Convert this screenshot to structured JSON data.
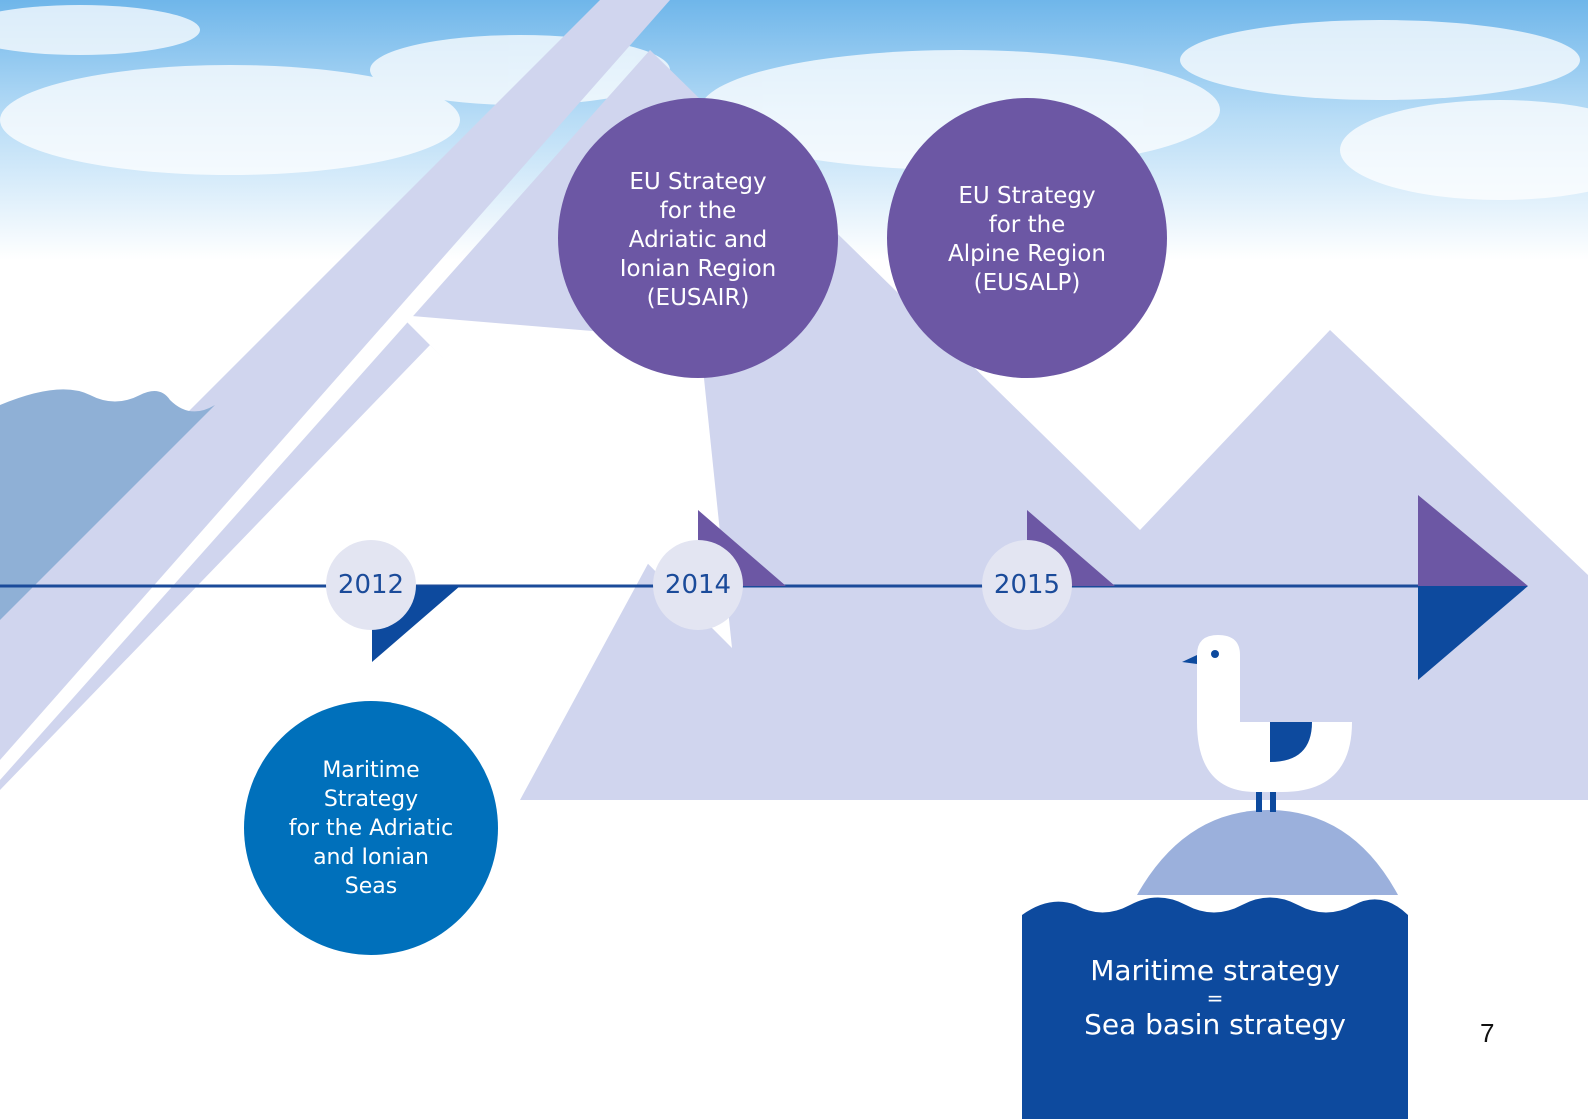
{
  "timeline": {
    "years": [
      "2012",
      "2014",
      "2015"
    ]
  },
  "circles": {
    "maritime_adriatic": "Maritime\nStrategy\nfor the Adriatic\nand Ionian\nSeas",
    "eusair": "EU Strategy\nfor the\nAdriatic and\nIonian Region\n(EUSAIR)",
    "eusalp": "EU Strategy\nfor the\nAlpine Region\n(EUSALP)"
  },
  "sea_box": {
    "line1": "Maritime strategy",
    "line2": "=",
    "line3": "Sea basin strategy"
  },
  "page_number": "7",
  "colors": {
    "purple": "#6c57a4",
    "blue": "#0070bb",
    "dark_blue": "#0d4a9e",
    "lavender": "#d0d5ee",
    "steel_blue": "#8fb0d6",
    "sky": "#6fb6ea"
  }
}
